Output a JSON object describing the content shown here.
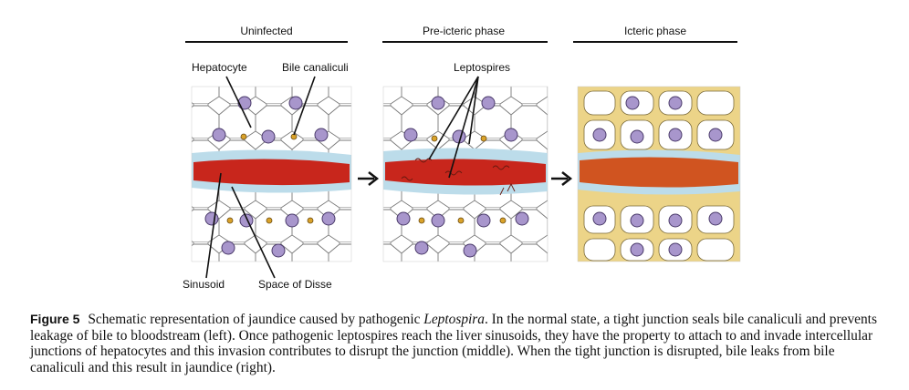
{
  "figure": {
    "panels": [
      {
        "title": "Uninfected"
      },
      {
        "title": "Pre-icteric phase"
      },
      {
        "title": "Icteric phase"
      }
    ],
    "labels": {
      "hepatocyte": "Hepatocyte",
      "bile_canaliculi": "Bile canaliculi",
      "leptospires": "Leptospires",
      "sinusoid": "Sinusoid",
      "space_of_disse": "Space of Disse"
    },
    "colors": {
      "blood": "#c8261c",
      "blood_icteric": "#d05420",
      "disse": "#bcdcea",
      "nucleus": "#a896cc",
      "bile": "#d9a22a",
      "bile_icteric": "#ecd488"
    }
  },
  "caption": {
    "figure_number": "Figure 5",
    "part1": "Schematic representation of jaundice caused by pathogenic ",
    "organism": "Leptospira",
    "part2": ". In the normal state, a tight junction seals bile canaliculi and prevents leakage of bile to bloodstream (left). Once pathogenic leptospires reach the liver sinusoids, they have the property to attach to and invade intercellular junctions of hepatocytes and this invasion contributes to disrupt the junction (middle). When the tight junction is disrupted, bile leaks from bile canaliculi and this result in jaundice (right)."
  }
}
